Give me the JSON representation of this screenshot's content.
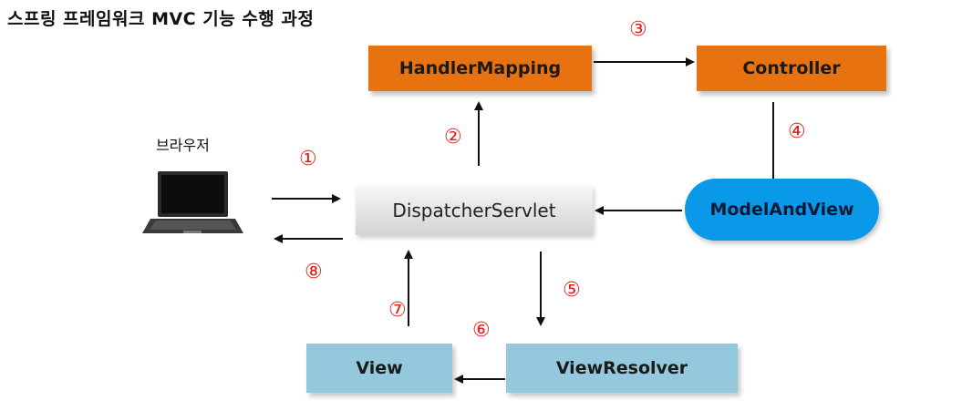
{
  "title": "스프링 프레임워크 MVC 기능 수행 과정",
  "browser": {
    "label": "브라우저",
    "icon": "laptop-icon"
  },
  "nodes": {
    "handler_mapping": "HandlerMapping",
    "controller": "Controller",
    "dispatcher": "DispatcherServlet",
    "model_and_view": "ModelAndView",
    "view": "View",
    "view_resolver": "ViewResolver"
  },
  "steps": [
    "①",
    "②",
    "③",
    "④",
    "⑤",
    "⑥",
    "⑦",
    "⑧"
  ],
  "colors": {
    "orange": "#e87210",
    "light_blue": "#93c8dd",
    "bright_blue": "#0a98e8",
    "step_red": "#e8201a"
  }
}
